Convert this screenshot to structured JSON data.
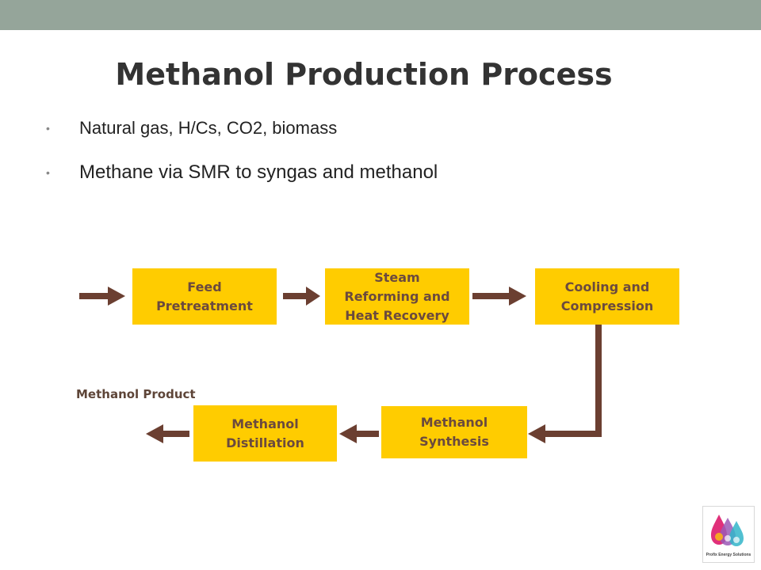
{
  "slide": {
    "title": "Methanol Production Process",
    "bullets": [
      {
        "text": "Natural gas, H/Cs, CO2, biomass"
      },
      {
        "text": "Methane via SMR to syngas and methanol"
      }
    ]
  },
  "diagram": {
    "boxes": {
      "feed": "Feed\nPretreatment",
      "steam": "Steam\nReforming and\nHeat Recovery",
      "cooling": "Cooling and\nCompression",
      "synthesis": "Methanol\nSynthesis",
      "distillation": "Methanol\nDistillation"
    },
    "product_label": "Methanol Product"
  },
  "logo": {
    "icon": "energy-drops-logo",
    "text": "Profix Energy Solutions"
  },
  "colors": {
    "box_fill": "#ffcc00",
    "box_text": "#6b4a3e",
    "arrow": "#6b3f31",
    "header_bar": "#95a59a"
  }
}
